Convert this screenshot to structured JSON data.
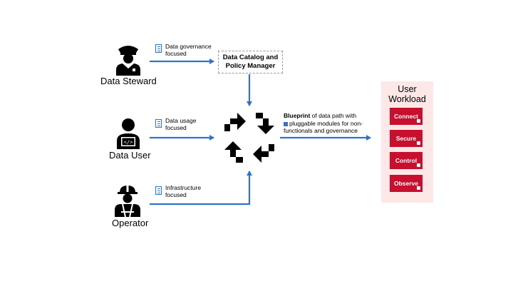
{
  "roles": {
    "steward": {
      "label": "Data Steward",
      "note_lines": [
        "Data governance",
        "focused"
      ]
    },
    "user": {
      "label": "Data User",
      "note_lines": [
        "Data usage",
        "focused"
      ]
    },
    "operator": {
      "label": "Operator",
      "note_lines": [
        "Infrastructure",
        "focused"
      ]
    }
  },
  "catalog": {
    "lines": [
      "Data Catalog and",
      "Policy Manager"
    ]
  },
  "blueprint": {
    "bold": "Blueprint",
    "line1_rest": " of data path with",
    "line2": "pluggable modules for non-",
    "line3": "functionals and governance"
  },
  "workload": {
    "title_lines": [
      "User",
      "Workload"
    ],
    "modules": [
      "Connect",
      "Secure",
      "Control",
      "Observe"
    ]
  },
  "colors": {
    "arrow": "#2e74c9",
    "module": "#c8102e",
    "workload_bg": "#fde7e7"
  }
}
